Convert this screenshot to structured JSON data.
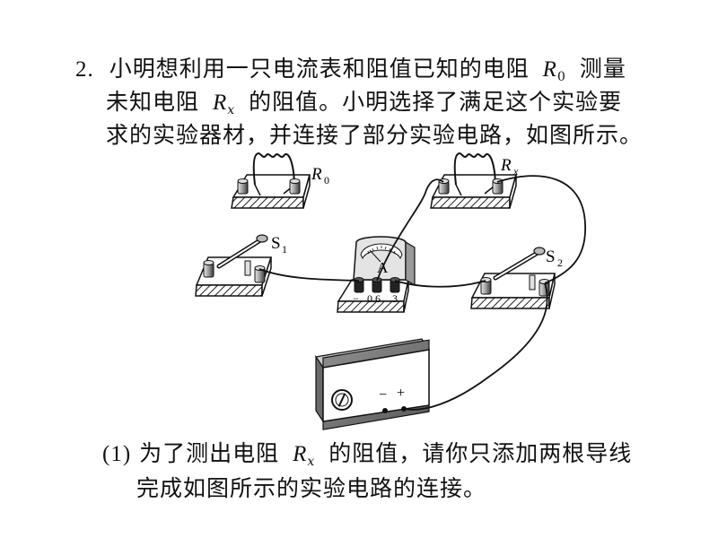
{
  "question": {
    "number": "2.",
    "line1_a": "小明想利用一只电流表和阻值已知的电阻",
    "line1_sym": "R",
    "line1_sub": "0",
    "line1_b": "测量",
    "line2_a": "未知电阻",
    "line2_sym": "R",
    "line2_sub": "x",
    "line2_b": "的阻值。小明选择了满足这个实验要",
    "line3": "求的实验器材，并连接了部分实验电路，如图所示。"
  },
  "figure": {
    "r0_label": "R",
    "r0_sub": "0",
    "rx_label": "R",
    "rx_sub": "x",
    "s1_label": "S",
    "s1_sub": "1",
    "s2_label": "S",
    "s2_sub": "2",
    "ammeter_label": "A",
    "ammeter_minus": "−",
    "ammeter_06": "0.6",
    "ammeter_3": "3",
    "supply_minus": "−",
    "supply_plus": "+"
  },
  "subquestion": {
    "number": "(1)",
    "line1_a": "为了测出电阻",
    "line1_sym": "R",
    "line1_sub": "x",
    "line1_b": "的阻值，请你只添加两根导线",
    "line2": "完成如图所示的实验电路的连接。"
  }
}
